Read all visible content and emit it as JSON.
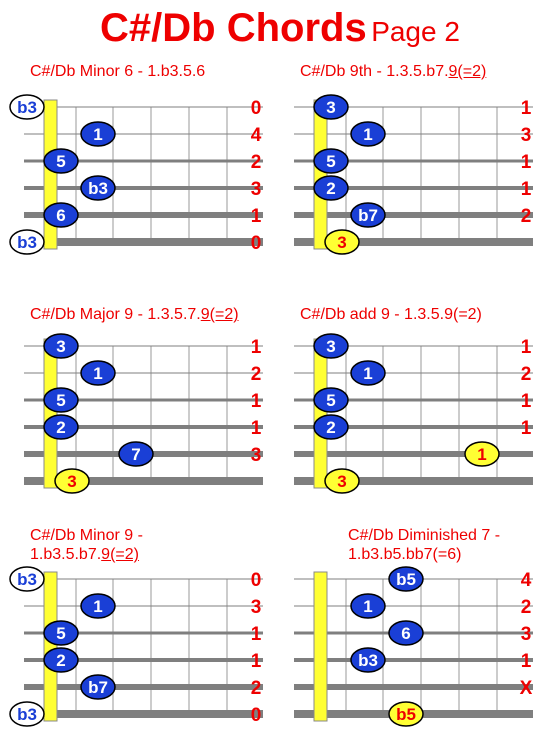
{
  "page": {
    "title_main": "C#/Db  Chords",
    "title_sub": "Page 2"
  },
  "colors": {
    "title": "#ee0000",
    "finger_fill": "#1a3fd6",
    "root_fill": "#ffffff",
    "open_root_fill": "#ffff33",
    "nut": "#ffff33",
    "string": "#7f7f7f",
    "fret_number": "#ee0000"
  },
  "chords": [
    {
      "id": "minor6",
      "line1": "C#/Db  Minor 6 - 1.b3.5.6",
      "line2": "",
      "u": "",
      "open_left": [
        {
          "row": 0,
          "label": "b3",
          "style": "white"
        },
        {
          "row": 5,
          "label": "b3",
          "style": "white"
        }
      ],
      "dots": [
        {
          "row": 1,
          "col": 2,
          "label": "1"
        },
        {
          "row": 2,
          "col": 1,
          "label": "5"
        },
        {
          "row": 3,
          "col": 2,
          "label": "b3"
        },
        {
          "row": 4,
          "col": 1,
          "label": "6"
        }
      ],
      "frets": [
        "0",
        "4",
        "2",
        "3",
        "1",
        "0"
      ]
    },
    {
      "id": "ninth",
      "line1": "C#/Db  9th - 1.3.5.b7.",
      "line2": "",
      "u": "9(=2)",
      "open_left": [
        {
          "row": 5,
          "label": "3",
          "style": "yellow"
        }
      ],
      "dots": [
        {
          "row": 0,
          "col": 1,
          "label": "3"
        },
        {
          "row": 1,
          "col": 2,
          "label": "1"
        },
        {
          "row": 2,
          "col": 1,
          "label": "5"
        },
        {
          "row": 3,
          "col": 1,
          "label": "2"
        },
        {
          "row": 4,
          "col": 2,
          "label": "b7"
        }
      ],
      "frets": [
        "1",
        "3",
        "1",
        "1",
        "2",
        ""
      ]
    },
    {
      "id": "major9",
      "line1": "C#/Db  Major 9 - 1.3.5.7.",
      "line2": "",
      "u": "9(=2)",
      "open_left": [
        {
          "row": 5,
          "label": "3",
          "style": "yellow"
        }
      ],
      "dots": [
        {
          "row": 0,
          "col": 1,
          "label": "3"
        },
        {
          "row": 1,
          "col": 2,
          "label": "1"
        },
        {
          "row": 2,
          "col": 1,
          "label": "5"
        },
        {
          "row": 3,
          "col": 1,
          "label": "2"
        },
        {
          "row": 4,
          "col": 3,
          "label": "7"
        }
      ],
      "frets": [
        "1",
        "2",
        "1",
        "1",
        "3",
        ""
      ]
    },
    {
      "id": "add9",
      "line1": "C#/Db  add 9 - 1.3.5.9(=2)",
      "line2": "",
      "u": "",
      "open_left": [
        {
          "row": 5,
          "label": "3",
          "style": "yellow"
        }
      ],
      "dots": [
        {
          "row": 0,
          "col": 1,
          "label": "3"
        },
        {
          "row": 1,
          "col": 2,
          "label": "1"
        },
        {
          "row": 2,
          "col": 1,
          "label": "5"
        },
        {
          "row": 3,
          "col": 1,
          "label": "2"
        },
        {
          "row": 4,
          "col": 5,
          "label": "1",
          "style": "yellow"
        }
      ],
      "frets": [
        "1",
        "2",
        "1",
        "1",
        "",
        ""
      ]
    },
    {
      "id": "minor9",
      "line1": "C#/Db  Minor 9 -",
      "line2": "1.b3.5.b7.",
      "u": "9(=2)",
      "open_left": [
        {
          "row": 0,
          "label": "b3",
          "style": "white"
        },
        {
          "row": 5,
          "label": "b3",
          "style": "white"
        }
      ],
      "dots": [
        {
          "row": 1,
          "col": 2,
          "label": "1"
        },
        {
          "row": 2,
          "col": 1,
          "label": "5"
        },
        {
          "row": 3,
          "col": 1,
          "label": "2"
        },
        {
          "row": 4,
          "col": 2,
          "label": "b7"
        }
      ],
      "frets": [
        "0",
        "3",
        "1",
        "1",
        "2",
        "0"
      ]
    },
    {
      "id": "dim7",
      "line1": "C#/Db  Diminished 7 -",
      "line2": "1.b3.b5.bb7(=6)",
      "u": "",
      "open_left": [],
      "dots": [
        {
          "row": 0,
          "col": 3,
          "label": "b5"
        },
        {
          "row": 1,
          "col": 2,
          "label": "1"
        },
        {
          "row": 2,
          "col": 3,
          "label": "6"
        },
        {
          "row": 3,
          "col": 2,
          "label": "b3"
        },
        {
          "row": 5,
          "col": 3,
          "label": "b5",
          "style": "yellow"
        }
      ],
      "frets": [
        "4",
        "2",
        "3",
        "1",
        "X",
        ""
      ]
    }
  ]
}
